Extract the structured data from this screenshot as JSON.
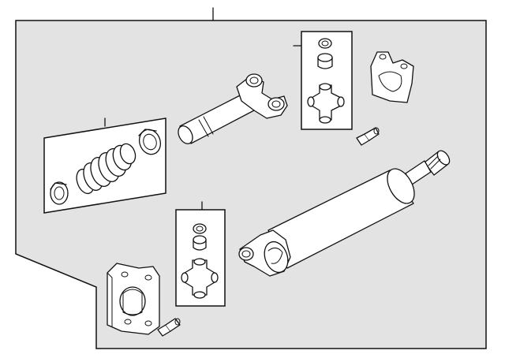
{
  "diagram": {
    "colors": {
      "background_panel": "#e3e3e3",
      "line": "#111111",
      "part_fill": "#ffffff"
    },
    "parts": [
      {
        "name": "leader-line-top"
      },
      {
        "name": "slip-yoke"
      },
      {
        "name": "universal-joint-kit-upper"
      },
      {
        "name": "center-bearing-bracket"
      },
      {
        "name": "bolt-upper"
      },
      {
        "name": "boot-kit"
      },
      {
        "name": "drive-shaft-tube"
      },
      {
        "name": "universal-joint-kit-lower"
      },
      {
        "name": "flange-yoke"
      },
      {
        "name": "bolt-lower"
      }
    ]
  }
}
